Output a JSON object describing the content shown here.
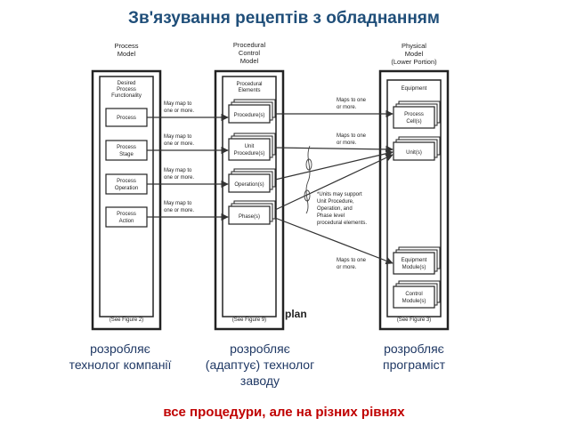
{
  "title": "Зв'язування рецептів з обладнанням",
  "columns": {
    "process": {
      "header": [
        "Process",
        "Model"
      ],
      "group_label": [
        "Desired",
        "Process",
        "Functionality"
      ],
      "items": [
        [
          "Process"
        ],
        [
          "Process",
          "Stage"
        ],
        [
          "Process",
          "Operation"
        ],
        [
          "Process",
          "Action"
        ]
      ],
      "footnote": "(See Figure 2)"
    },
    "procedural": {
      "header": [
        "Procedural",
        "Control",
        "Model"
      ],
      "group_label": [
        "Procedural",
        "Elements"
      ],
      "items": [
        [
          "Procedure(s)"
        ],
        [
          "Unit",
          "Procedure(s)"
        ],
        [
          "Operation(s)"
        ],
        [
          "Phase(s)"
        ]
      ],
      "footnote": "(See Figure 9)"
    },
    "physical": {
      "header": [
        "Physical",
        "Model",
        "(Lower Portion)"
      ],
      "group_label": [
        "Equipment"
      ],
      "items": [
        [
          "Process",
          "Cell(s)"
        ],
        [
          "Unit(s)"
        ],
        [
          "Equipment",
          "Module(s)"
        ],
        [
          "Control",
          "Module(s)"
        ]
      ],
      "footnote": "(See Figure 3)"
    }
  },
  "map_labels_left": [
    [
      "May map to",
      "one or more."
    ],
    [
      "May map to",
      "one or more."
    ],
    [
      "May map to",
      "one or more."
    ],
    [
      "May map to",
      "one or more."
    ]
  ],
  "map_labels_right": [
    [
      "Maps to one",
      "or more."
    ],
    [
      "Maps to one",
      "or more."
    ],
    [
      "Maps to one",
      "or more."
    ]
  ],
  "note": [
    "*Units may support",
    "Unit Procedure,",
    "Operation, and",
    "Phase level",
    "procedural elements."
  ],
  "watermark": "plan",
  "captions": [
    [
      "розробляє",
      "технолог компанії"
    ],
    [
      "розробляє",
      "(адаптує) технолог",
      "заводу"
    ],
    [
      "розробляє",
      "програміст"
    ]
  ],
  "footer": "все процедури, але на різних рівнях",
  "colors": {
    "title": "#1f4e79",
    "footer": "#c00000",
    "caption": "#1f3864"
  }
}
